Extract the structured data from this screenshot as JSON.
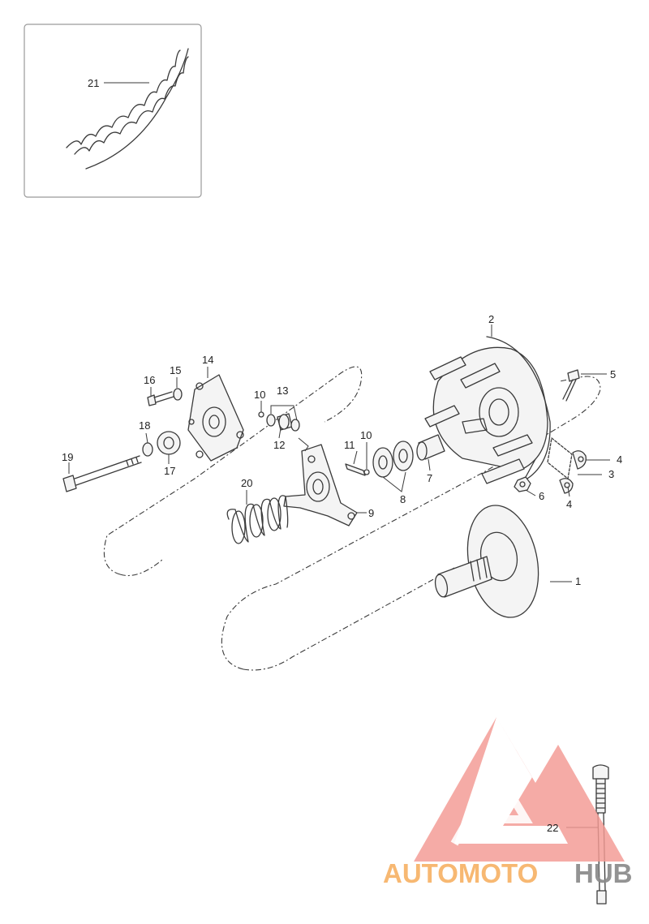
{
  "diagram": {
    "inset_label": "21",
    "callouts": [
      {
        "id": "c1",
        "label": "1"
      },
      {
        "id": "c2",
        "label": "2"
      },
      {
        "id": "c3",
        "label": "3"
      },
      {
        "id": "c4a",
        "label": "4"
      },
      {
        "id": "c4b",
        "label": "4"
      },
      {
        "id": "c5",
        "label": "5"
      },
      {
        "id": "c6",
        "label": "6"
      },
      {
        "id": "c7",
        "label": "7"
      },
      {
        "id": "c8",
        "label": "8"
      },
      {
        "id": "c9",
        "label": "9"
      },
      {
        "id": "c10a",
        "label": "10"
      },
      {
        "id": "c10b",
        "label": "10"
      },
      {
        "id": "c11",
        "label": "11"
      },
      {
        "id": "c12",
        "label": "12"
      },
      {
        "id": "c13",
        "label": "13"
      },
      {
        "id": "c14",
        "label": "14"
      },
      {
        "id": "c15",
        "label": "15"
      },
      {
        "id": "c16",
        "label": "16"
      },
      {
        "id": "c17",
        "label": "17"
      },
      {
        "id": "c18",
        "label": "18"
      },
      {
        "id": "c19",
        "label": "19"
      },
      {
        "id": "c20",
        "label": "20"
      },
      {
        "id": "c22",
        "label": "22"
      }
    ]
  },
  "watermark": {
    "text_part1": "AUTOMOTO",
    "text_part2": "HUB",
    "color_primary": "#f28b82",
    "color_orange": "#f7b267",
    "color_gray": "#8a8a8a"
  }
}
